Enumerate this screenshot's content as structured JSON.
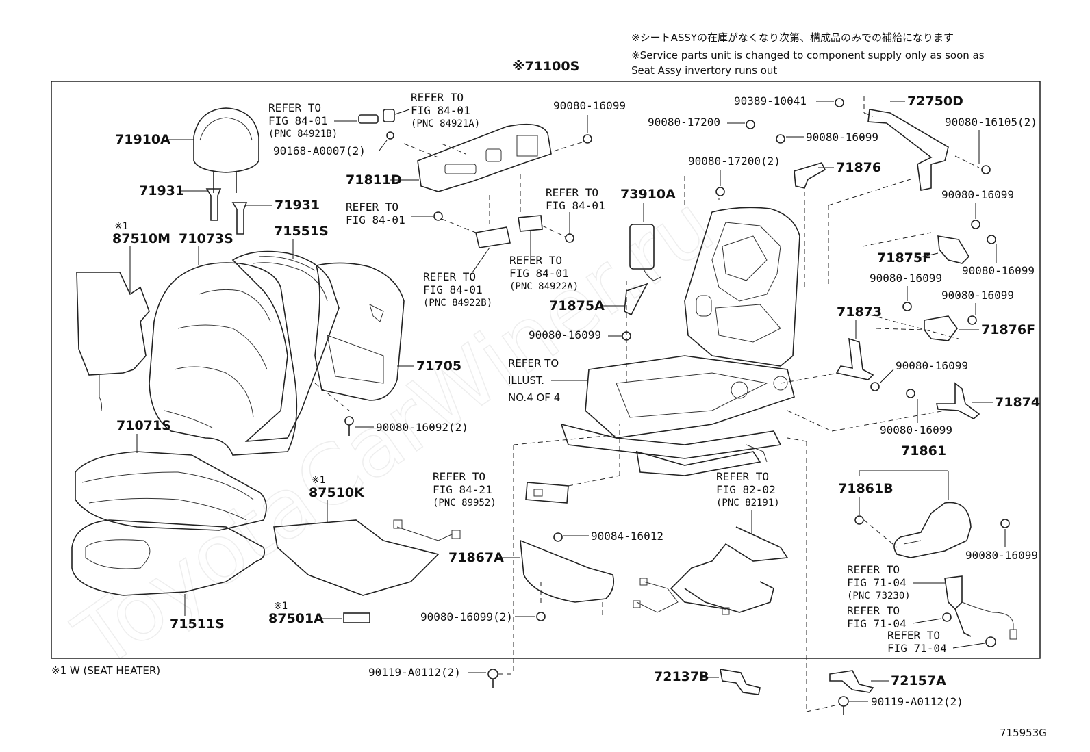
{
  "watermark": "ToyotaCarWiner.ru",
  "notes": {
    "jp": "※シートASSYの在庫がなくなり次第、構成品のみでの補給になります",
    "en_line1": "※Service parts unit is changed to component supply only as soon as",
    "en_line2": "Seat Assy invertory runs out",
    "footnote": "※1  W (SEAT HEATER)",
    "figure_id": "715953G"
  },
  "assembly": "※71100S",
  "parts": {
    "p71910A": "71910A",
    "p71931a": "71931",
    "p71931b": "71931",
    "p87510M_mark": "※1",
    "p87510M": "87510M",
    "p71073S": "71073S",
    "p71551S": "71551S",
    "p71705": "71705",
    "p71071S": "71071S",
    "p71511S": "71511S",
    "p87510K_mark": "※1",
    "p87510K": "87510K",
    "p87501A_mark": "※1",
    "p87501A": "87501A",
    "p71811D": "71811D",
    "p73910A": "73910A",
    "p71875A": "71875A",
    "p72750D": "72750D",
    "p71876": "71876",
    "p71875F": "71875F",
    "p71873": "71873",
    "p71876F": "71876F",
    "p71874": "71874",
    "p71861": "71861",
    "p71861B": "71861B",
    "p71867A": "71867A",
    "p72137B": "72137B",
    "p72157A": "72157A"
  },
  "bolts": {
    "b90168": "90168-A0007(2)",
    "b16099_top": "90080-16099",
    "b16092": "90080-16092(2)",
    "b10041": "90389-10041",
    "b17200": "90080-17200",
    "b17200_2": "90080-17200(2)",
    "b16099_mid": "90080-16099",
    "b16105": "90080-16105(2)",
    "b16099_r1": "90080-16099",
    "b16099_r2": "90080-16099",
    "b16099_r3": "90080-16099",
    "b16099_r4": "90080-16099",
    "b16099_left": "90080-16099",
    "b16099_r5": "90080-16099",
    "b16099_r6": "90080-16099",
    "b16012": "90084-16012",
    "b16099_2": "90080-16099(2)",
    "b16099_r7": "90080-16099",
    "bA0112_left": "90119-A0112(2)",
    "bA0112_right": "90119-A0112(2)"
  },
  "refs": {
    "r1": [
      "REFER TO",
      "FIG 84-01",
      "(PNC 84921B)"
    ],
    "r2": [
      "REFER TO",
      "FIG 84-01",
      "(PNC 84921A)"
    ],
    "r3": [
      "REFER TO",
      "FIG 84-01"
    ],
    "r4": [
      "REFER TO",
      "FIG 84-01"
    ],
    "r5": [
      "REFER TO",
      "FIG 84-01",
      "(PNC 84922A)"
    ],
    "r6": [
      "REFER TO",
      "FIG 84-01",
      "(PNC 84922B)"
    ],
    "r7": [
      "REFER TO",
      "ILLUST.",
      "NO.4 OF 4"
    ],
    "r8": [
      "REFER TO",
      "FIG 84-21",
      "(PNC 89952)"
    ],
    "r9": [
      "REFER TO",
      "FIG 82-02",
      "(PNC 82191)"
    ],
    "r10": [
      "REFER TO",
      "FIG 71-04",
      "(PNC 73230)"
    ],
    "r11": [
      "REFER TO",
      "FIG 71-04"
    ],
    "r12": [
      "REFER TO",
      "FIG 71-04"
    ]
  }
}
